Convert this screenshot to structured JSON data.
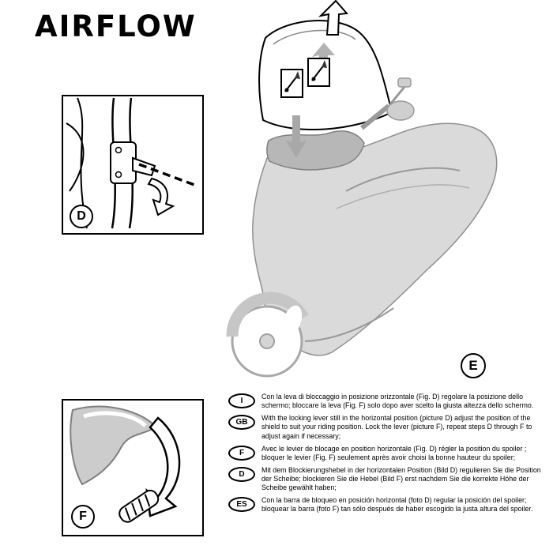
{
  "header": {
    "logo": "AIRFLOW"
  },
  "figures": {
    "d_label": "D",
    "e_label": "E",
    "f_label": "F"
  },
  "icons": {
    "up_arrow": "up-arrow",
    "gray_up_arrow": "gray-up-arrow",
    "down_arrow": "down-arrow",
    "rotate_arrow_d": "rotate-arrow",
    "rotate_arrow_f": "rotate-down-arrow"
  },
  "colors": {
    "body_gray": "#dadada",
    "spoiler_gray": "#b7b7b7",
    "arrow_gray": "#a8a8a8",
    "line_black": "#000000"
  },
  "instructions": [
    {
      "lang": "I",
      "text": "Con la leva di bloccaggio in posizione orizzontale (Fig. D) regolare la posizione dello schermo; bloccare la leva (Fig. F) solo dopo aver scelto la giusta altezza dello schermo."
    },
    {
      "lang": "GB",
      "text": "With the locking lever still in the horizontal position (picture D) adjust the position of the shield to suit your riding position. Lock the lever (picture F), repeat steps D through F to adjust again if necessary;"
    },
    {
      "lang": "F",
      "text": "Avec le levier de blocage en position horizontale (Fig. D) régler la position du spoiler ; bloquer le levier (Fig. F) seulement après avoir choisi la bonne hauteur du spoiler;"
    },
    {
      "lang": "D",
      "text": "Mit dem Blockierungshebel in der horizontalen Position (Bild D) regulieren Sie die Position der Scheibe; blockieren Sie die Hebel (Bild F) erst nachdem Sie die korrekte Höhe der Scheibe gewählt haben;"
    },
    {
      "lang": "ES",
      "text": "Con la barra de bloqueo en posición horizontal (foto D) regular la posición del spoiler; bloquear la barra (foto F) tan sólo después de haber escogido la justa altura del spoiler."
    }
  ]
}
